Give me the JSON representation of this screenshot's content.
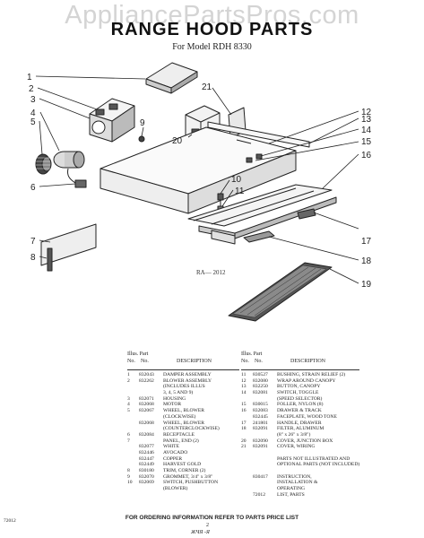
{
  "watermark": "AppliancePartsPros.com",
  "title": "RANGE HOOD PARTS",
  "subtitle": "For Model RDH 8330",
  "diagram_code": "RA— 2012",
  "callouts": [
    "1",
    "2",
    "3",
    "4",
    "5",
    "6",
    "7",
    "8",
    "9",
    "10",
    "11",
    "12",
    "13",
    "14",
    "15",
    "16",
    "17",
    "18",
    "19",
    "20",
    "21"
  ],
  "table_left": {
    "headers": [
      "Illus. Part\nNo.",
      "No.",
      "DESCRIPTION"
    ],
    "rows": [
      [
        "1",
        "832043",
        "DAMPER ASSEMBLY"
      ],
      [
        "2",
        "832262",
        "BLOWER ASSEMBLY"
      ],
      [
        "",
        "",
        "(INCLUDES ILLUS"
      ],
      [
        "",
        "",
        "3, 4, 5 AND 9)"
      ],
      [
        "3",
        "832071",
        "HOUSING"
      ],
      [
        "4",
        "832068",
        "MOTOR"
      ],
      [
        "5",
        "832067",
        "WHEEL, BLOWER"
      ],
      [
        "",
        "",
        "(CLOCKWISE)"
      ],
      [
        "",
        "832068",
        "WHEEL, BLOWER"
      ],
      [
        "",
        "",
        "(COUNTERCLOCKWISE)"
      ],
      [
        "6",
        "832084",
        "RECEPTACLE"
      ],
      [
        "7",
        "",
        "PANEL, END (2)"
      ],
      [
        "",
        "832077",
        "WHITE"
      ],
      [
        "",
        "832446",
        "AVOCADO"
      ],
      [
        "",
        "832447",
        "COPPER"
      ],
      [
        "",
        "832449",
        "HARVEST GOLD"
      ],
      [
        "8",
        "830180",
        "TRIM, CORNER (2)"
      ],
      [
        "9",
        "832070",
        "GROMMET, 3/4\" x 3/8\""
      ],
      [
        "10",
        "832069",
        "SWITCH, PUSHBUTTON"
      ],
      [
        "",
        "",
        "(BLOWER)"
      ]
    ]
  },
  "table_right": {
    "headers": [
      "Illus. Part\nNo.",
      "No.",
      "DESCRIPTION"
    ],
    "rows": [
      [
        "11",
        "830527",
        "BUSHING, STRAIN RELIEF (2)"
      ],
      [
        "12",
        "832080",
        "WRAP AROUND CANOPY"
      ],
      [
        "13",
        "832250",
        "BUTTON, CANOPY"
      ],
      [
        "14",
        "832081",
        "SWITCH, TOGGLE"
      ],
      [
        "",
        "",
        "(SPEED SELECTOR)"
      ],
      [
        "15",
        "830015",
        "FOLLER, NYLON (8)"
      ],
      [
        "16",
        "832083",
        "DRAWER & TRACK"
      ],
      [
        "",
        "832445",
        "FACEPLATE, WOOD TONE"
      ],
      [
        "17",
        "241801",
        "HANDLE, DRAWER"
      ],
      [
        "18",
        "832091",
        "FILTER, ALUMINUM"
      ],
      [
        "",
        "",
        "(8\" x 26\" x 3/8\")"
      ],
      [
        "20",
        "832090",
        "COVER, JUNCTION BOX"
      ],
      [
        "21",
        "832091",
        "COVER, WIRING"
      ],
      [
        "",
        "",
        ""
      ],
      [
        "",
        "",
        "PARTS NOT ILLUSTRATED AND"
      ],
      [
        "",
        "",
        "OPTIONAL PARTS (NOT INCLUDED)"
      ],
      [
        "",
        "",
        ""
      ],
      [
        "",
        "830417",
        "INSTRUCTION,"
      ],
      [
        "",
        "",
        "INSTALLATION &"
      ],
      [
        "",
        "",
        "OPERATING"
      ],
      [
        "",
        "72012",
        "LIST, PARTS"
      ]
    ]
  },
  "footer": "FOR ORDERING INFORMATION REFER TO PARTS PRICE LIST",
  "page_number": "2",
  "bottom_code": "72012",
  "scrawl": "ЖЧЯ -Я"
}
